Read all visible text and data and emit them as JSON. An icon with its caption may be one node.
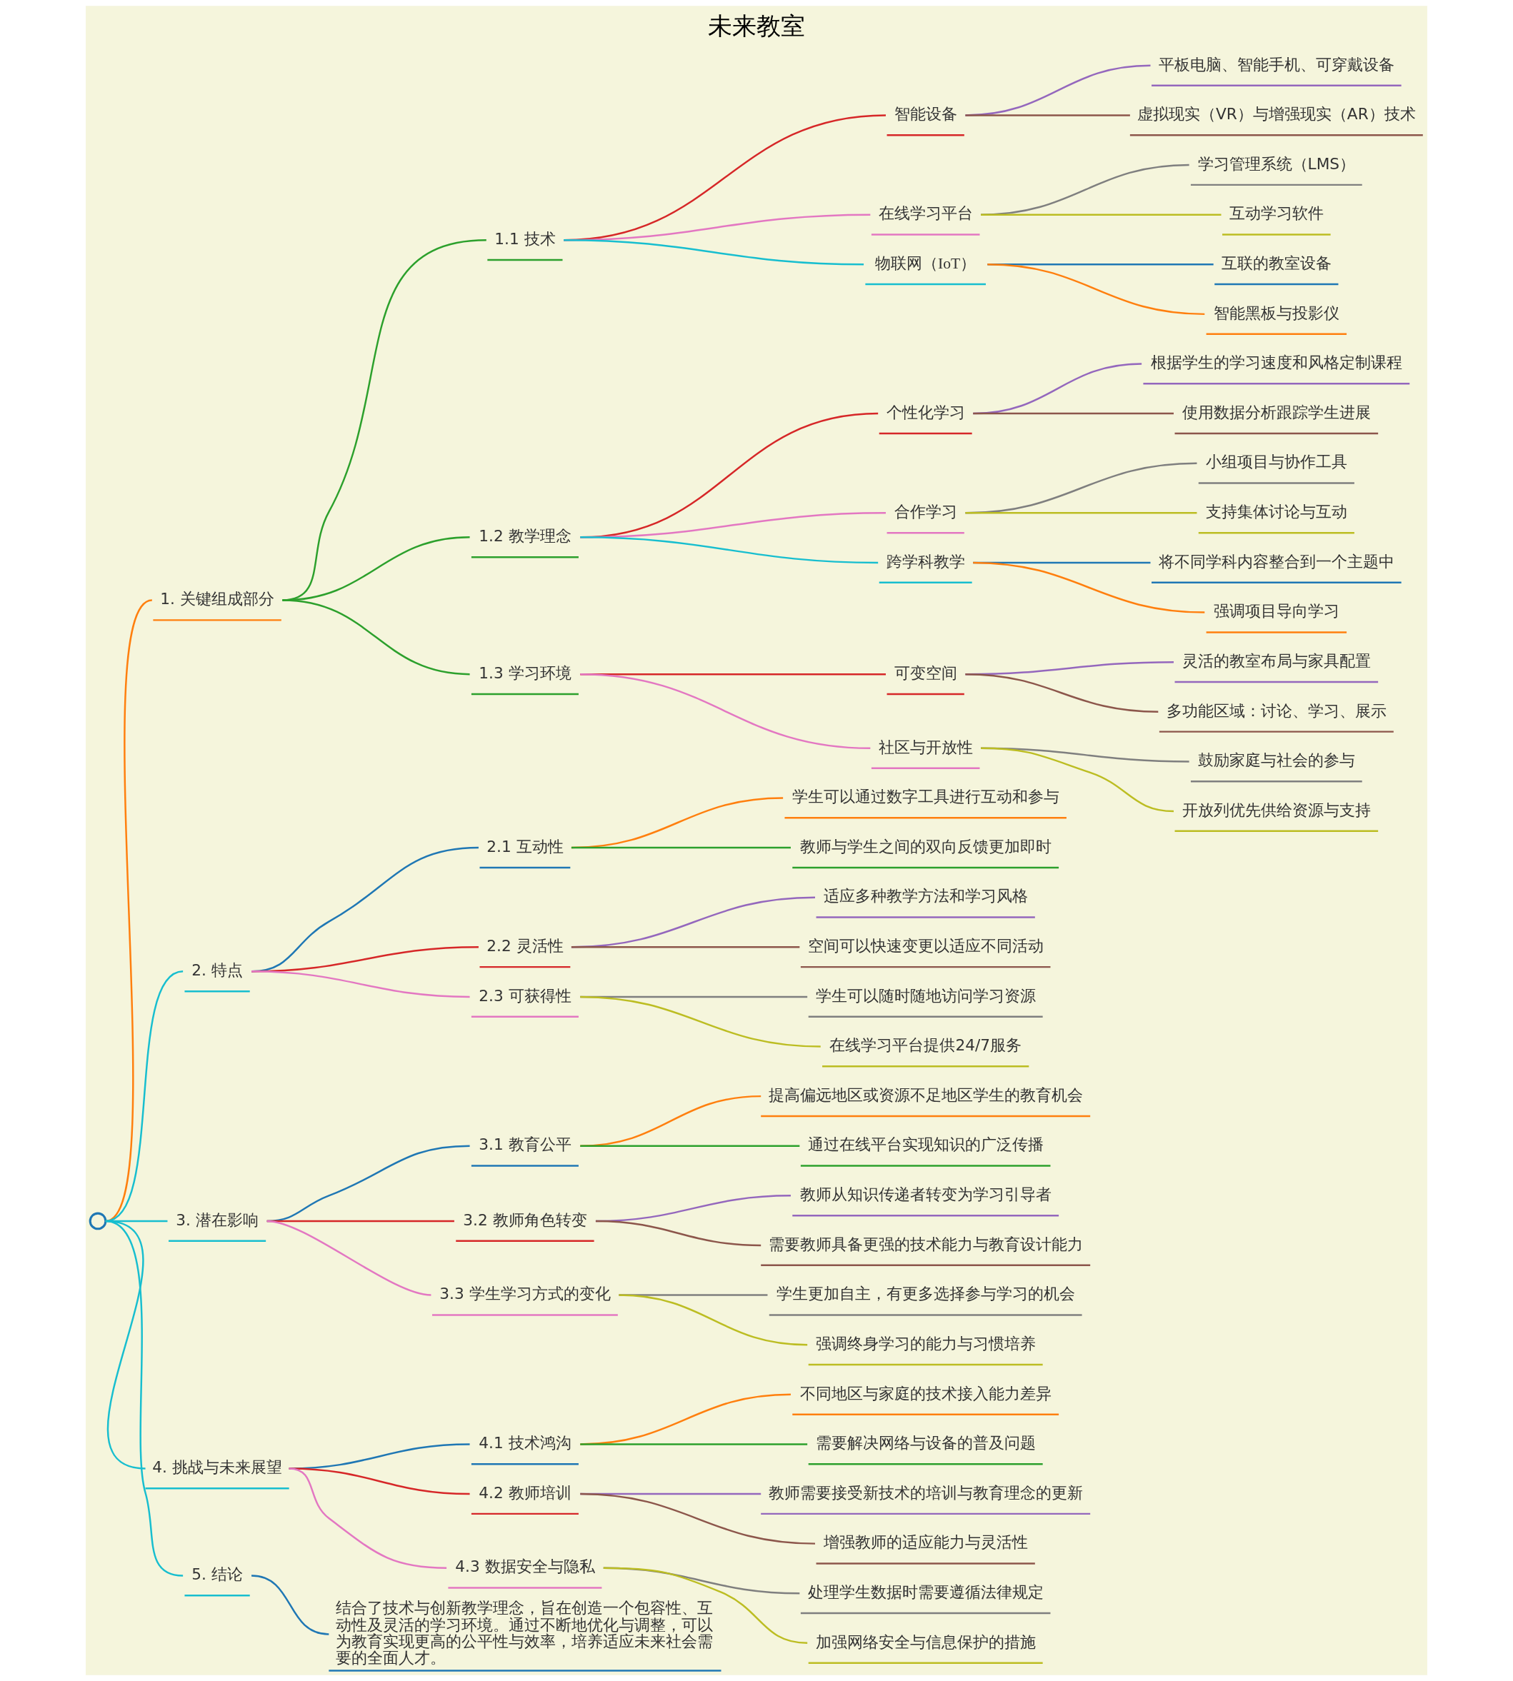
{
  "diagram": {
    "title": "未来教室",
    "nodes": [
      {
        "text": [],
        "shape": "circle"
      },
      {
        "text": [
          "1. 关键组成部分"
        ]
      },
      {
        "text": [
          "1.1 技术"
        ]
      },
      {
        "text": [
          "智能设备"
        ]
      },
      {
        "text": [
          "平板电脑、智能手机、可穿戴设备"
        ]
      },
      {
        "text": [
          "虚拟现实（VR）与增强现实（AR）技术"
        ]
      },
      {
        "text": [
          "在线学习平台"
        ]
      },
      {
        "text": [
          "学习管理系统（LMS）"
        ]
      },
      {
        "text": [
          "互动学习软件"
        ]
      },
      {
        "text": [
          "物联网（IoT）"
        ]
      },
      {
        "text": [
          "互联的教室设备"
        ]
      },
      {
        "text": [
          "智能黑板与投影仪"
        ]
      },
      {
        "text": [
          "1.2 教学理念"
        ]
      },
      {
        "text": [
          "个性化学习"
        ]
      },
      {
        "text": [
          "根据学生的学习速度和风格定制课程"
        ]
      },
      {
        "text": [
          "使用数据分析跟踪学生进展"
        ]
      },
      {
        "text": [
          "合作学习"
        ]
      },
      {
        "text": [
          "小组项目与协作工具"
        ]
      },
      {
        "text": [
          "支持集体讨论与互动"
        ]
      },
      {
        "text": [
          "跨学科教学"
        ]
      },
      {
        "text": [
          "将不同学科内容整合到一个主题中"
        ]
      },
      {
        "text": [
          "强调项目导向学习"
        ]
      },
      {
        "text": [
          "1.3 学习环境"
        ]
      },
      {
        "text": [
          "可变空间"
        ]
      },
      {
        "text": [
          "灵活的教室布局与家具配置"
        ]
      },
      {
        "text": [
          "多功能区域：讨论、学习、展示"
        ]
      },
      {
        "text": [
          "社区与开放性"
        ]
      },
      {
        "text": [
          "鼓励家庭与社会的参与"
        ]
      },
      {
        "text": [
          "开放列优先供给资源与支持"
        ]
      },
      {
        "text": [
          "2. 特点"
        ]
      },
      {
        "text": [
          "2.1 互动性"
        ]
      },
      {
        "text": [
          "学生可以通过数字工具进行互动和参与"
        ]
      },
      {
        "text": [
          "教师与学生之间的双向反馈更加即时"
        ]
      },
      {
        "text": [
          "2.2 灵活性"
        ]
      },
      {
        "text": [
          "适应多种教学方法和学习风格"
        ]
      },
      {
        "text": [
          "空间可以快速变更以适应不同活动"
        ]
      },
      {
        "text": [
          "2.3 可获得性"
        ]
      },
      {
        "text": [
          "学生可以随时随地访问学习资源"
        ]
      },
      {
        "text": [
          "在线学习平台提供24/7服务"
        ]
      },
      {
        "text": [
          "3. 潜在影响"
        ]
      },
      {
        "text": [
          "3.1 教育公平"
        ]
      },
      {
        "text": [
          "提高偏远地区或资源不足地区学生的教育机会"
        ]
      },
      {
        "text": [
          "通过在线平台实现知识的广泛传播"
        ]
      },
      {
        "text": [
          "3.2 教师角色转变"
        ]
      },
      {
        "text": [
          "教师从知识传递者转变为学习引导者"
        ]
      },
      {
        "text": [
          "需要教师具备更强的技术能力与教育设计能力"
        ]
      },
      {
        "text": [
          "3.3 学生学习方式的变化"
        ]
      },
      {
        "text": [
          "学生更加自主，有更多选择参与学习的机会"
        ]
      },
      {
        "text": [
          "强调终身学习的能力与习惯培养"
        ]
      },
      {
        "text": [
          "4. 挑战与未来展望"
        ]
      },
      {
        "text": [
          "4.1 技术鸿沟"
        ]
      },
      {
        "text": [
          "不同地区与家庭的技术接入能力差异"
        ]
      },
      {
        "text": [
          "需要解决网络与设备的普及问题"
        ]
      },
      {
        "text": [
          "4.2 教师培训"
        ]
      },
      {
        "text": [
          "教师需要接受新技术的培训与教育理念的更新"
        ]
      },
      {
        "text": [
          "增强教师的适应能力与灵活性"
        ]
      },
      {
        "text": [
          "4.3 数据安全与隐私"
        ]
      },
      {
        "text": [
          "处理学生数据时需要遵循法律规定"
        ]
      },
      {
        "text": [
          "加强网络安全与信息保护的措施"
        ]
      },
      {
        "text": [
          "5. 结论"
        ]
      },
      {
        "text": [
          "结合了技术与创新教学理念，旨在创造一个包容性、互动性及灵活的学习环境。通过不断地优化与调整，可以为教育实现更高的公平性与效率，培养适应未来社会需要的全面人才。"
        ]
      }
    ],
    "edges": [
      {
        "from": 0,
        "to": 1,
        "arrow": "none",
        "color": "#ff7f0e"
      },
      {
        "from": 1,
        "to": 2,
        "arrow": "none",
        "color": "#2ca02c"
      },
      {
        "from": 2,
        "to": 3,
        "arrow": "none",
        "color": "#d62728"
      },
      {
        "from": 3,
        "to": 4,
        "arrow": "none",
        "color": "#9467bd"
      },
      {
        "from": 3,
        "to": 5,
        "arrow": "none",
        "color": "#8c564b"
      },
      {
        "from": 2,
        "to": 6,
        "arrow": "none",
        "color": "#e377c2"
      },
      {
        "from": 6,
        "to": 7,
        "arrow": "none",
        "color": "#7f7f7f"
      },
      {
        "from": 6,
        "to": 8,
        "arrow": "none",
        "color": "#bcbd22"
      },
      {
        "from": 2,
        "to": 9,
        "arrow": "none",
        "color": "#17becf"
      },
      {
        "from": 9,
        "to": 10,
        "arrow": "none",
        "color": "#1f77b4"
      },
      {
        "from": 9,
        "to": 11,
        "arrow": "none",
        "color": "#ff7f0e"
      },
      {
        "from": 1,
        "to": 12,
        "arrow": "none",
        "color": "#2ca02c"
      },
      {
        "from": 12,
        "to": 13,
        "arrow": "none",
        "color": "#d62728"
      },
      {
        "from": 13,
        "to": 14,
        "arrow": "none",
        "color": "#9467bd"
      },
      {
        "from": 13,
        "to": 15,
        "arrow": "none",
        "color": "#8c564b"
      },
      {
        "from": 12,
        "to": 16,
        "arrow": "none",
        "color": "#e377c2"
      },
      {
        "from": 16,
        "to": 17,
        "arrow": "none",
        "color": "#7f7f7f"
      },
      {
        "from": 16,
        "to": 18,
        "arrow": "none",
        "color": "#bcbd22"
      },
      {
        "from": 12,
        "to": 19,
        "arrow": "none",
        "color": "#17becf"
      },
      {
        "from": 19,
        "to": 20,
        "arrow": "none",
        "color": "#1f77b4"
      },
      {
        "from": 19,
        "to": 21,
        "arrow": "none",
        "color": "#ff7f0e"
      },
      {
        "from": 1,
        "to": 22,
        "arrow": "none",
        "color": "#2ca02c"
      },
      {
        "from": 22,
        "to": 23,
        "arrow": "none",
        "color": "#d62728"
      },
      {
        "from": 23,
        "to": 24,
        "arrow": "none",
        "color": "#9467bd"
      },
      {
        "from": 23,
        "to": 25,
        "arrow": "none",
        "color": "#8c564b"
      },
      {
        "from": 22,
        "to": 26,
        "arrow": "none",
        "color": "#e377c2"
      },
      {
        "from": 26,
        "to": 27,
        "arrow": "none",
        "color": "#7f7f7f"
      },
      {
        "from": 26,
        "to": 28,
        "arrow": "none",
        "color": "#bcbd22"
      },
      {
        "from": 0,
        "to": 29,
        "arrow": "none",
        "color": "#17becf"
      },
      {
        "from": 29,
        "to": 30,
        "arrow": "none",
        "color": "#1f77b4"
      },
      {
        "from": 30,
        "to": 31,
        "arrow": "none",
        "color": "#ff7f0e"
      },
      {
        "from": 30,
        "to": 32,
        "arrow": "none",
        "color": "#2ca02c"
      },
      {
        "from": 29,
        "to": 33,
        "arrow": "none",
        "color": "#d62728"
      },
      {
        "from": 33,
        "to": 34,
        "arrow": "none",
        "color": "#9467bd"
      },
      {
        "from": 33,
        "to": 35,
        "arrow": "none",
        "color": "#8c564b"
      },
      {
        "from": 29,
        "to": 36,
        "arrow": "none",
        "color": "#e377c2"
      },
      {
        "from": 36,
        "to": 37,
        "arrow": "none",
        "color": "#7f7f7f"
      },
      {
        "from": 36,
        "to": 38,
        "arrow": "none",
        "color": "#bcbd22"
      },
      {
        "from": 0,
        "to": 39,
        "arrow": "none",
        "color": "#17becf"
      },
      {
        "from": 39,
        "to": 40,
        "arrow": "none",
        "color": "#1f77b4"
      },
      {
        "from": 40,
        "to": 41,
        "arrow": "none",
        "color": "#ff7f0e"
      },
      {
        "from": 40,
        "to": 42,
        "arrow": "none",
        "color": "#2ca02c"
      },
      {
        "from": 39,
        "to": 43,
        "arrow": "none",
        "color": "#d62728"
      },
      {
        "from": 43,
        "to": 44,
        "arrow": "none",
        "color": "#9467bd"
      },
      {
        "from": 43,
        "to": 45,
        "arrow": "none",
        "color": "#8c564b"
      },
      {
        "from": 39,
        "to": 46,
        "arrow": "none",
        "color": "#e377c2"
      },
      {
        "from": 46,
        "to": 47,
        "arrow": "none",
        "color": "#7f7f7f"
      },
      {
        "from": 46,
        "to": 48,
        "arrow": "none",
        "color": "#bcbd22"
      },
      {
        "from": 0,
        "to": 49,
        "arrow": "none",
        "color": "#17becf"
      },
      {
        "from": 49,
        "to": 50,
        "arrow": "none",
        "color": "#1f77b4"
      },
      {
        "from": 50,
        "to": 51,
        "arrow": "none",
        "color": "#ff7f0e"
      },
      {
        "from": 50,
        "to": 52,
        "arrow": "none",
        "color": "#2ca02c"
      },
      {
        "from": 49,
        "to": 53,
        "arrow": "none",
        "color": "#d62728"
      },
      {
        "from": 53,
        "to": 54,
        "arrow": "none",
        "color": "#9467bd"
      },
      {
        "from": 53,
        "to": 55,
        "arrow": "none",
        "color": "#8c564b"
      },
      {
        "from": 49,
        "to": 56,
        "arrow": "none",
        "color": "#e377c2"
      },
      {
        "from": 56,
        "to": 57,
        "arrow": "none",
        "color": "#7f7f7f"
      },
      {
        "from": 56,
        "to": 58,
        "arrow": "none",
        "color": "#bcbd22"
      },
      {
        "from": 0,
        "to": 59,
        "arrow": "none",
        "color": "#17becf"
      },
      {
        "from": 59,
        "to": 60,
        "arrow": "none",
        "color": "#1f77b4"
      }
    ]
  }
}
